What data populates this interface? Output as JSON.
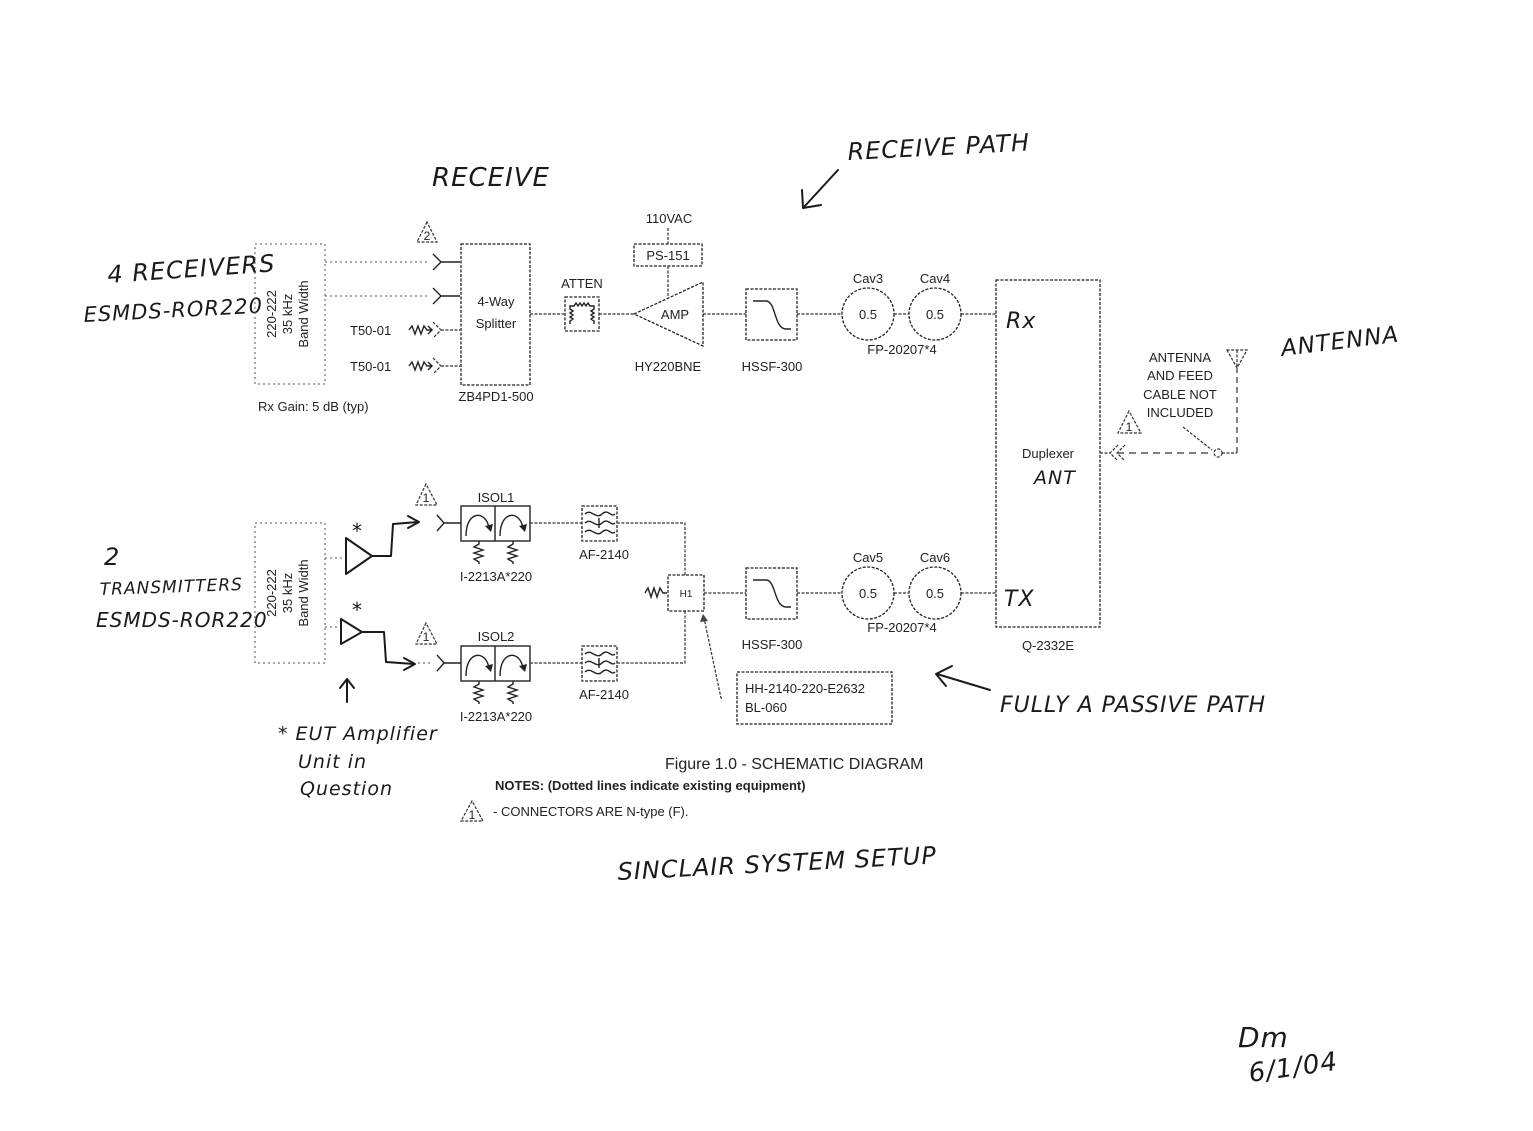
{
  "handwritten": {
    "receive": "RECEIVE",
    "receive_path": "RECEIVE PATH",
    "receivers_count": "4 RECEIVERS",
    "receivers_model": "ESMDS-ROR220",
    "transmitters_count": "2",
    "transmitters_label": "TRANSMITTERS",
    "transmitters_model": "ESMDS-ROR220",
    "antenna": "ANTENNA",
    "duplexer_ant": "ANT",
    "rx_port": "Rx",
    "tx_port": "TX",
    "fully_passive_path": "FULLY A PASSIVE PATH",
    "eut_note_line1": "* EUT Amplifier",
    "eut_note_line2": "Unit in",
    "eut_note_line3": "Question",
    "asterisk": "*",
    "title": "SINCLAIR SYSTEM SETUP",
    "initials": "Dm",
    "date": "6/1/04"
  },
  "receive_section": {
    "band_box": [
      "220-222",
      "35 kHz",
      "Band Width"
    ],
    "rx_gain": "Rx Gain:  5 dB (typ)",
    "terminators": [
      "T50-01",
      "T50-01"
    ],
    "connector_note_marker": "2",
    "splitter_label": [
      "4-Way",
      "Splitter"
    ],
    "splitter_model": "ZB4PD1-500",
    "atten_label": "ATTEN",
    "power_source": "110VAC",
    "power_supply": "PS-151",
    "amp_label": "AMP",
    "amp_model": "HY220BNE",
    "filter_model": "HSSF-300",
    "cavities": [
      {
        "name": "Cav3",
        "value": "0.5"
      },
      {
        "name": "Cav4",
        "value": "0.5"
      }
    ],
    "cavity_model": "FP-20207*4"
  },
  "transmit_section": {
    "band_box": [
      "220-222",
      "35 kHz",
      "Band Width"
    ],
    "connector_note_marker": "1",
    "isolators": [
      {
        "name": "ISOL1",
        "model": "I-2213A*220"
      },
      {
        "name": "ISOL2",
        "model": "I-2213A*220"
      }
    ],
    "af_filters": [
      "AF-2140",
      "AF-2140"
    ],
    "hybrid_label": "H1",
    "hybrid_model": [
      "HH-2140-220-E2632",
      "BL-060"
    ],
    "filter_model": "HSSF-300",
    "cavities": [
      {
        "name": "Cav5",
        "value": "0.5"
      },
      {
        "name": "Cav6",
        "value": "0.5"
      }
    ],
    "cavity_model": "FP-20207*4"
  },
  "duplexer": {
    "label": "Duplexer",
    "model": "Q-2332E"
  },
  "antenna_section": {
    "note": [
      "ANTENNA",
      "AND FEED",
      "CABLE NOT",
      "INCLUDED"
    ],
    "connector_note_marker": "1"
  },
  "figure": {
    "caption": "Figure 1.0 - SCHEMATIC DIAGRAM",
    "notes_heading": "NOTES: (Dotted lines indicate existing equipment)",
    "note_marker": "1",
    "note_text": "- CONNECTORS ARE N-type (F)."
  }
}
